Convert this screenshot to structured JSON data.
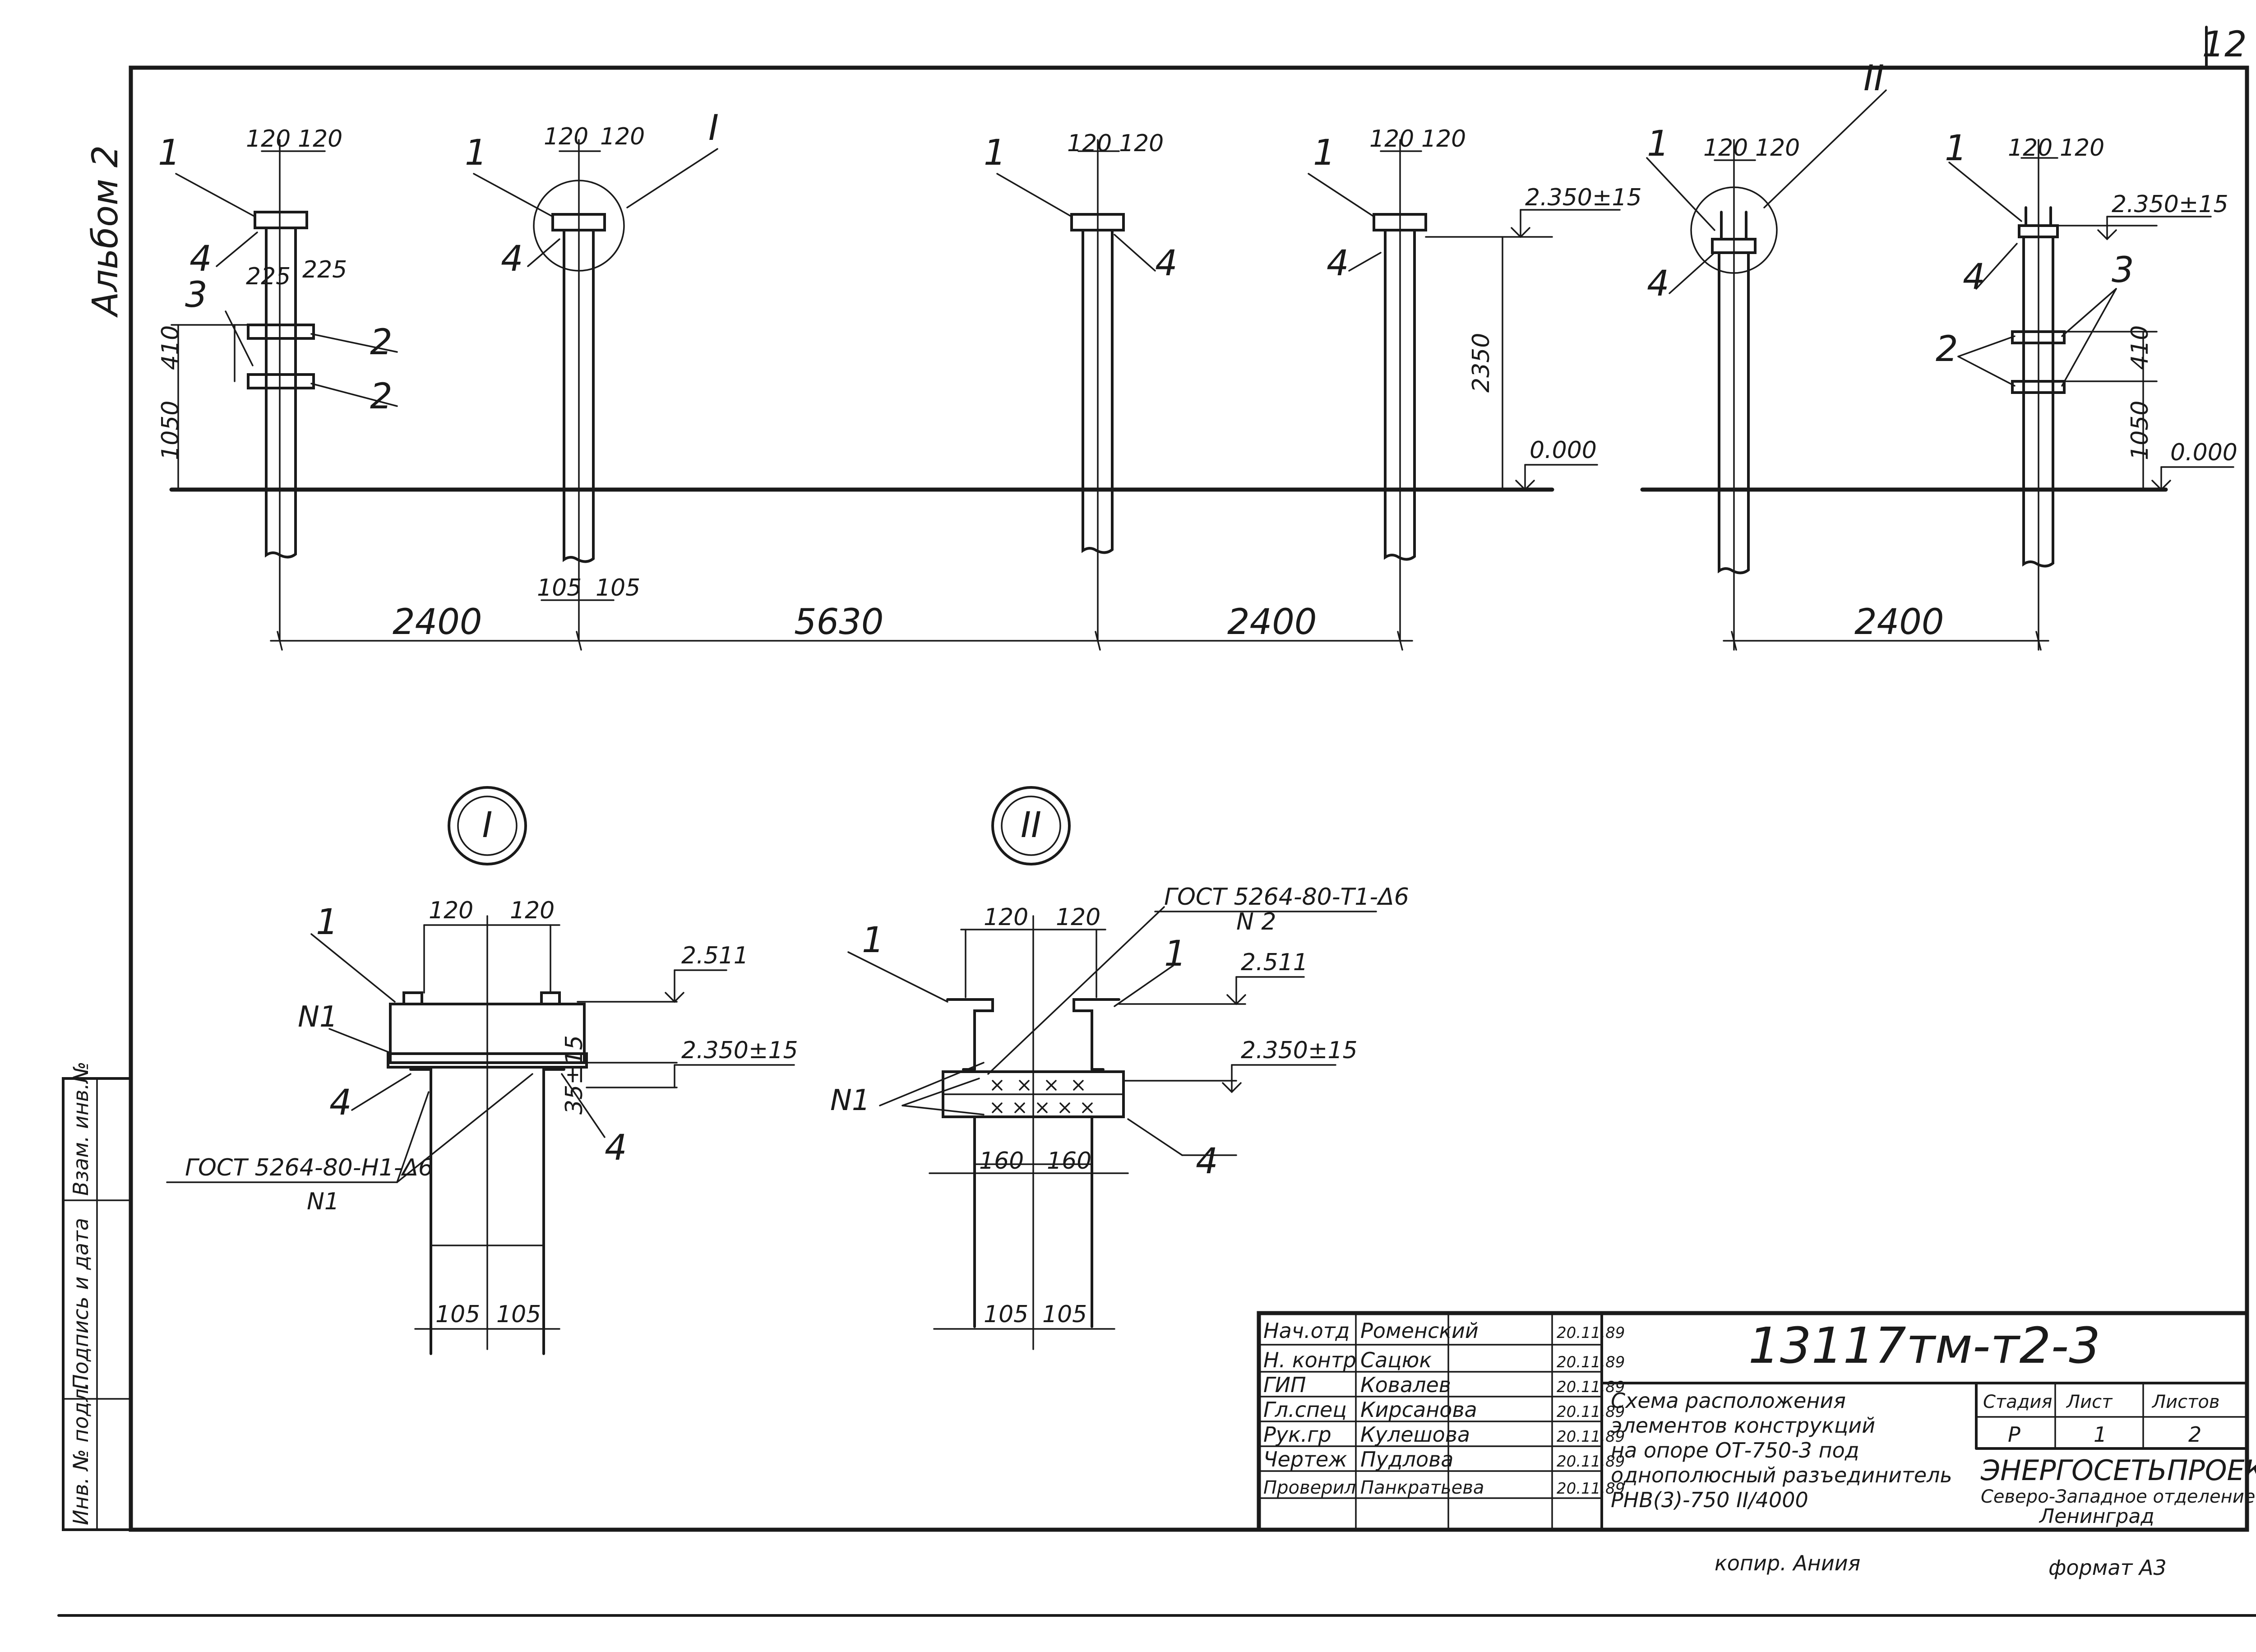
{
  "sheet_number": "12",
  "album_label": "Альбом 2",
  "elevations": {
    "e2350": "2.350±15",
    "e0000": "0.000",
    "e2511": "2.511"
  },
  "dims": {
    "d120": "120",
    "d225": "225",
    "d410": "410",
    "d1050": "1050",
    "d2350": "2350",
    "d105": "105",
    "d160": "160",
    "d35": "35±15",
    "span_2400": "2400",
    "span_5630": "5630"
  },
  "callouts": {
    "c1": "1",
    "c2": "2",
    "c3": "3",
    "c4": "4"
  },
  "details": {
    "detail1": "I",
    "detail2": "II",
    "weld1": "ГОСТ 5264-80-Н1-Δ6",
    "weld1_n": "N1",
    "weld2": "ГОСТ 5264-80-Т1-Δ6",
    "weld2_n": "N 2",
    "n1": "N1"
  },
  "side_stamp": {
    "col1": "Инв. № подл.",
    "col2": "Подпись и дата",
    "col3": "Взам. инв.№"
  },
  "title_block": {
    "code": "13117тм-т2-3",
    "rows": [
      {
        "role": "Нач.отд",
        "name": "Роменский",
        "date": "20.11.89"
      },
      {
        "role": "Н. контр",
        "name": "Сацюк",
        "date": "20.11.89"
      },
      {
        "role": "ГИП",
        "name": "Ковалев",
        "date": "20.11.89"
      },
      {
        "role": "Гл.спец",
        "name": "Кирсанова",
        "date": "20.11.89"
      },
      {
        "role": "Рук.гр",
        "name": "Кулешова",
        "date": "20.11.89"
      },
      {
        "role": "Чертеж",
        "name": "Пудлова",
        "date": "20.11.89"
      },
      {
        "role": "Проверил",
        "name": "Панкратьева",
        "date": "20.11.89"
      }
    ],
    "description": [
      "Схема расположения",
      "элементов конструкций",
      "на опоре ОТ-750-3 под",
      "однополюсный разъединитель",
      "РНВ(3)-750 II/4000"
    ],
    "stage_header": "Стадия",
    "sheet_header": "Лист",
    "sheets_header": "Листов",
    "stage": "Р",
    "sheet": "1",
    "sheets": "2",
    "org": "ЭНЕРГОСЕТЬПРОЕКТ",
    "branch": "Северо-Западное отделение",
    "city": "Ленинград"
  },
  "footer": {
    "copied": "копир. Аниия",
    "format": "формат А3"
  }
}
